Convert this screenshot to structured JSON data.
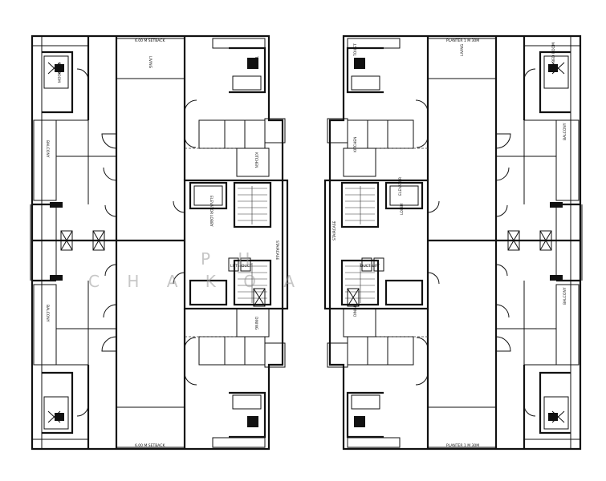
{
  "labels": {
    "setback_left": "6.00 M SETBACK",
    "planter_right": "PLANTER 1 M 30M",
    "elevator": "ELEVATOR",
    "lift": "LIFT",
    "duct": "DUCT",
    "lobby": "LOBBY",
    "staircase": "STAIRCASE",
    "balcony": "BALCONY",
    "bedroom": "BED ROOM",
    "living": "LIVING",
    "kitchen": "KITCHEN",
    "toilet": "TOILET",
    "dining": "DINING"
  },
  "watermark": {
    "line1": "P  H",
    "line2": "C H A  K  O  A"
  },
  "colors": {
    "wall": "#111111",
    "paper": "#ffffff",
    "watermark": "#9a9a9a"
  }
}
